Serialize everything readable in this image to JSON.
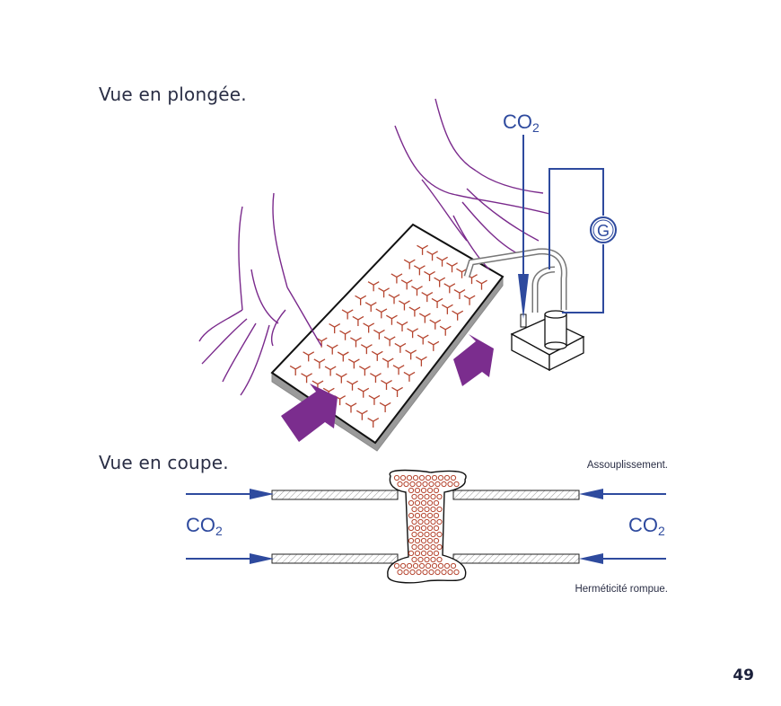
{
  "headings": {
    "top_view": "Vue en plongée.",
    "section_view": "Vue en coupe."
  },
  "labels": {
    "co2_main": "CO",
    "co2_sub": "2",
    "softening": "Assouplissement.",
    "seal_broken": "Herméticité rompue.",
    "galvanometer": "G"
  },
  "page_number": "49",
  "colors": {
    "text": "#2a2e45",
    "accent_blue": "#2e4a9e",
    "mesh_red": "#b5452f",
    "hand_purple": "#7a2a8c",
    "arrow_purple": "#7b2d8e",
    "plate_gray": "#9a9a9a"
  },
  "icons": [
    "left-hand-icon",
    "right-hand-icon",
    "galvanometer-icon",
    "press-arrow-icon"
  ]
}
